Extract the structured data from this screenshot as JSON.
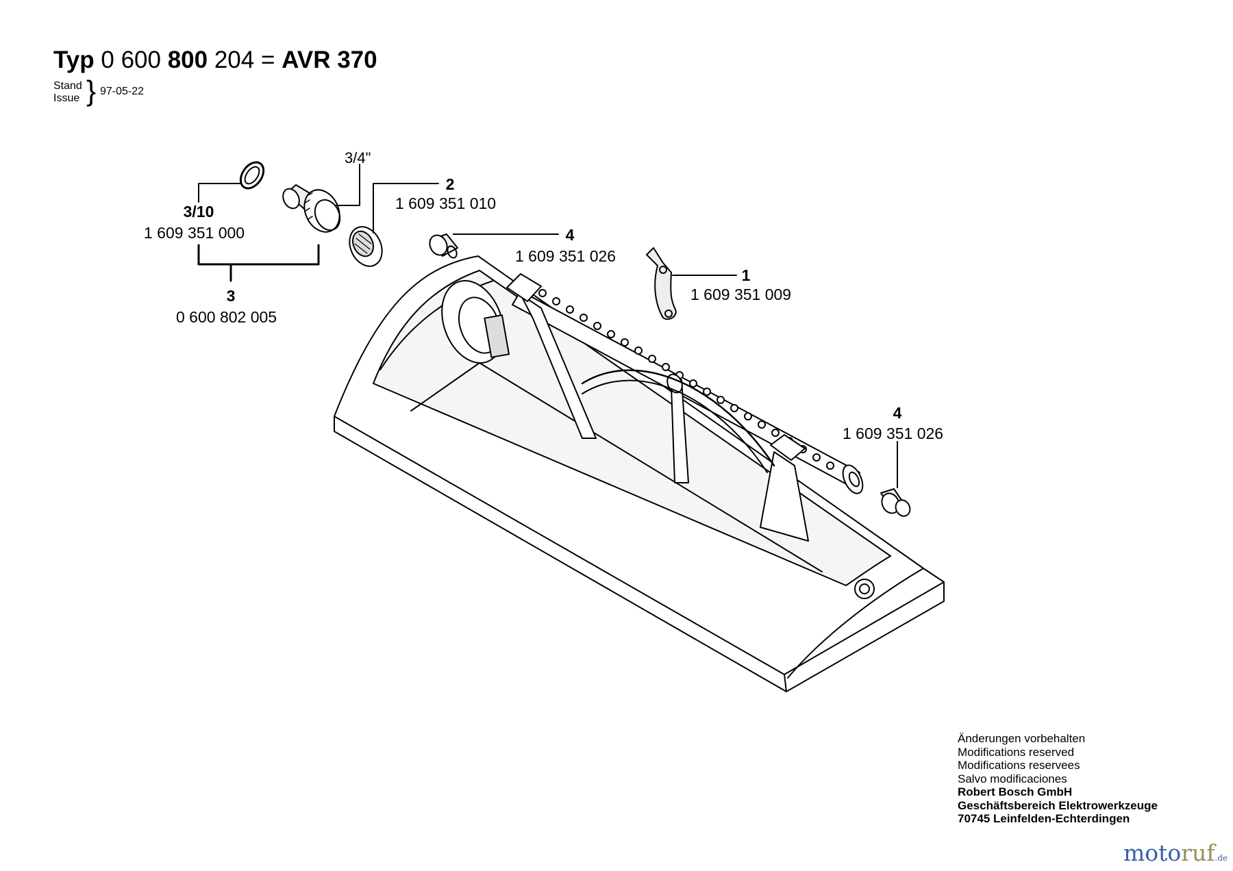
{
  "header": {
    "typ_label": "Typ",
    "code_a": "0 600",
    "code_b": "800",
    "code_c": "204",
    "equals": "=",
    "model": "AVR 370",
    "stand_label": "Stand",
    "issue_label": "Issue",
    "date": "97-05-22"
  },
  "callouts": {
    "o_ring": {
      "number": "3/10",
      "part_no": "1 609 351 000"
    },
    "thread_size": "3/4\"",
    "filter": {
      "number": "2",
      "part_no": "1 609 351 010"
    },
    "plug_top": {
      "number": "4",
      "part_no": "1 609 351 026"
    },
    "lever": {
      "number": "1",
      "part_no": "1 609 351 009"
    },
    "connector_set": {
      "number": "3",
      "part_no": "0 600 802 005"
    },
    "plug_right": {
      "number": "4",
      "part_no": "1 609 351 026"
    }
  },
  "notes": {
    "lines": [
      "Änderungen vorbehalten",
      "Modifications reserved",
      "Modifications reservees",
      "Salvo modificaciones"
    ],
    "company": "Robert Bosch GmbH",
    "division": "Geschäftsbereich Elektrowerkzeuge",
    "address": "70745 Leinfelden-Echterdingen"
  },
  "logo": {
    "part1": "moto",
    "part2": "ruf",
    "suffix": ".de"
  }
}
